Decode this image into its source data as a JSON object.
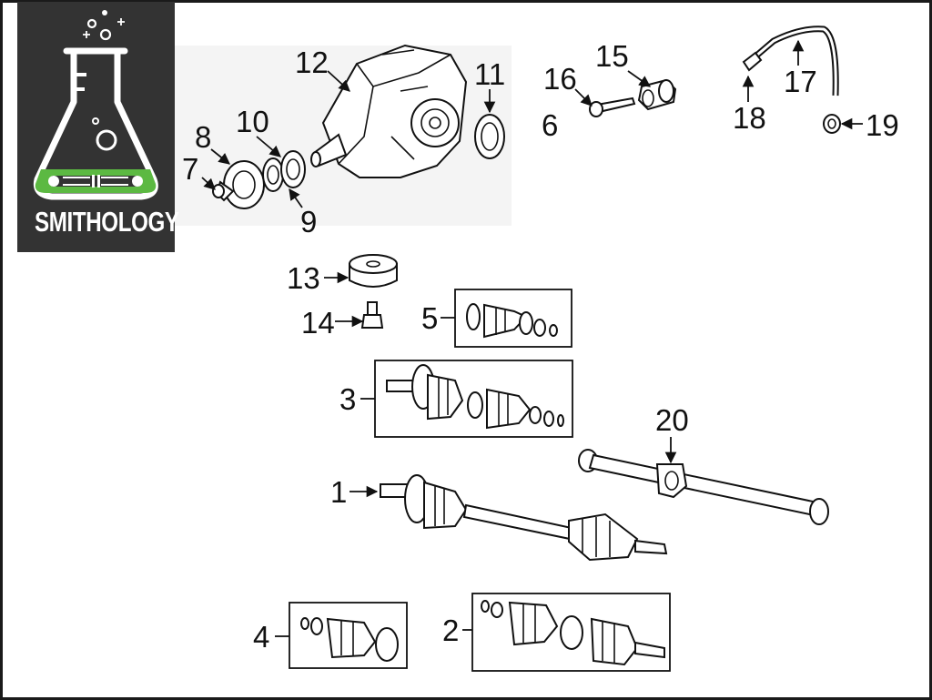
{
  "logo": {
    "brand": "SMITHOLOGY",
    "icon": "flask-icon"
  },
  "callouts": [
    "1",
    "2",
    "3",
    "4",
    "5",
    "6",
    "7",
    "8",
    "9",
    "10",
    "11",
    "12",
    "13",
    "14",
    "15",
    "16",
    "17",
    "18",
    "19",
    "20"
  ]
}
